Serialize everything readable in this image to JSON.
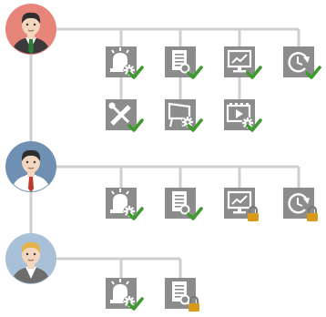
{
  "colors": {
    "connector": "#cfcfcf",
    "tile": "#8c8c8c",
    "glyph": "#ffffff",
    "check": "#3f9a2f",
    "lock_body": "#d99a1c",
    "lock_shackle": "#7a7a7a",
    "role_red": "#e8857b",
    "role_blue": "#6f8fb3",
    "role_gold": "#a9c1d8",
    "skin": "#f3d6bf",
    "hair_dark": "#2f2f2f",
    "hair_blond": "#e4b44b"
  },
  "roles": [
    {
      "id": "manager",
      "avatar": "avatar-manager",
      "bg": "role_red",
      "hair": "hair_dark",
      "shirt": "#ffffff",
      "tie": "#2d7a3a",
      "suit": "#3a3a3a",
      "permissions": [
        {
          "icon": "alarm-settings-icon",
          "status": "granted"
        },
        {
          "icon": "document-search-icon",
          "status": "granted"
        },
        {
          "icon": "chart-monitor-icon",
          "status": "granted"
        },
        {
          "icon": "timer-refresh-icon",
          "status": "granted"
        },
        {
          "icon": "tools-pencil-icon",
          "status": "granted"
        },
        {
          "icon": "whiteboard-settings-icon",
          "status": "granted"
        },
        {
          "icon": "video-settings-icon",
          "status": "granted"
        }
      ]
    },
    {
      "id": "supervisor",
      "avatar": "avatar-supervisor",
      "bg": "role_blue",
      "hair": "hair_dark",
      "shirt": "#ffffff",
      "tie": "#c0392b",
      "suit": "#ffffff",
      "permissions": [
        {
          "icon": "alarm-settings-icon",
          "status": "granted"
        },
        {
          "icon": "document-search-icon",
          "status": "granted"
        },
        {
          "icon": "chart-monitor-icon",
          "status": "locked"
        },
        {
          "icon": "timer-refresh-icon",
          "status": "locked"
        }
      ]
    },
    {
      "id": "operator",
      "avatar": "avatar-operator",
      "bg": "role_gold",
      "hair": "hair_blond",
      "shirt": "#ffffff",
      "tie": "",
      "suit": "#6d6d6d",
      "permissions": [
        {
          "icon": "alarm-settings-icon",
          "status": "granted"
        },
        {
          "icon": "document-search-icon",
          "status": "locked"
        }
      ]
    }
  ]
}
